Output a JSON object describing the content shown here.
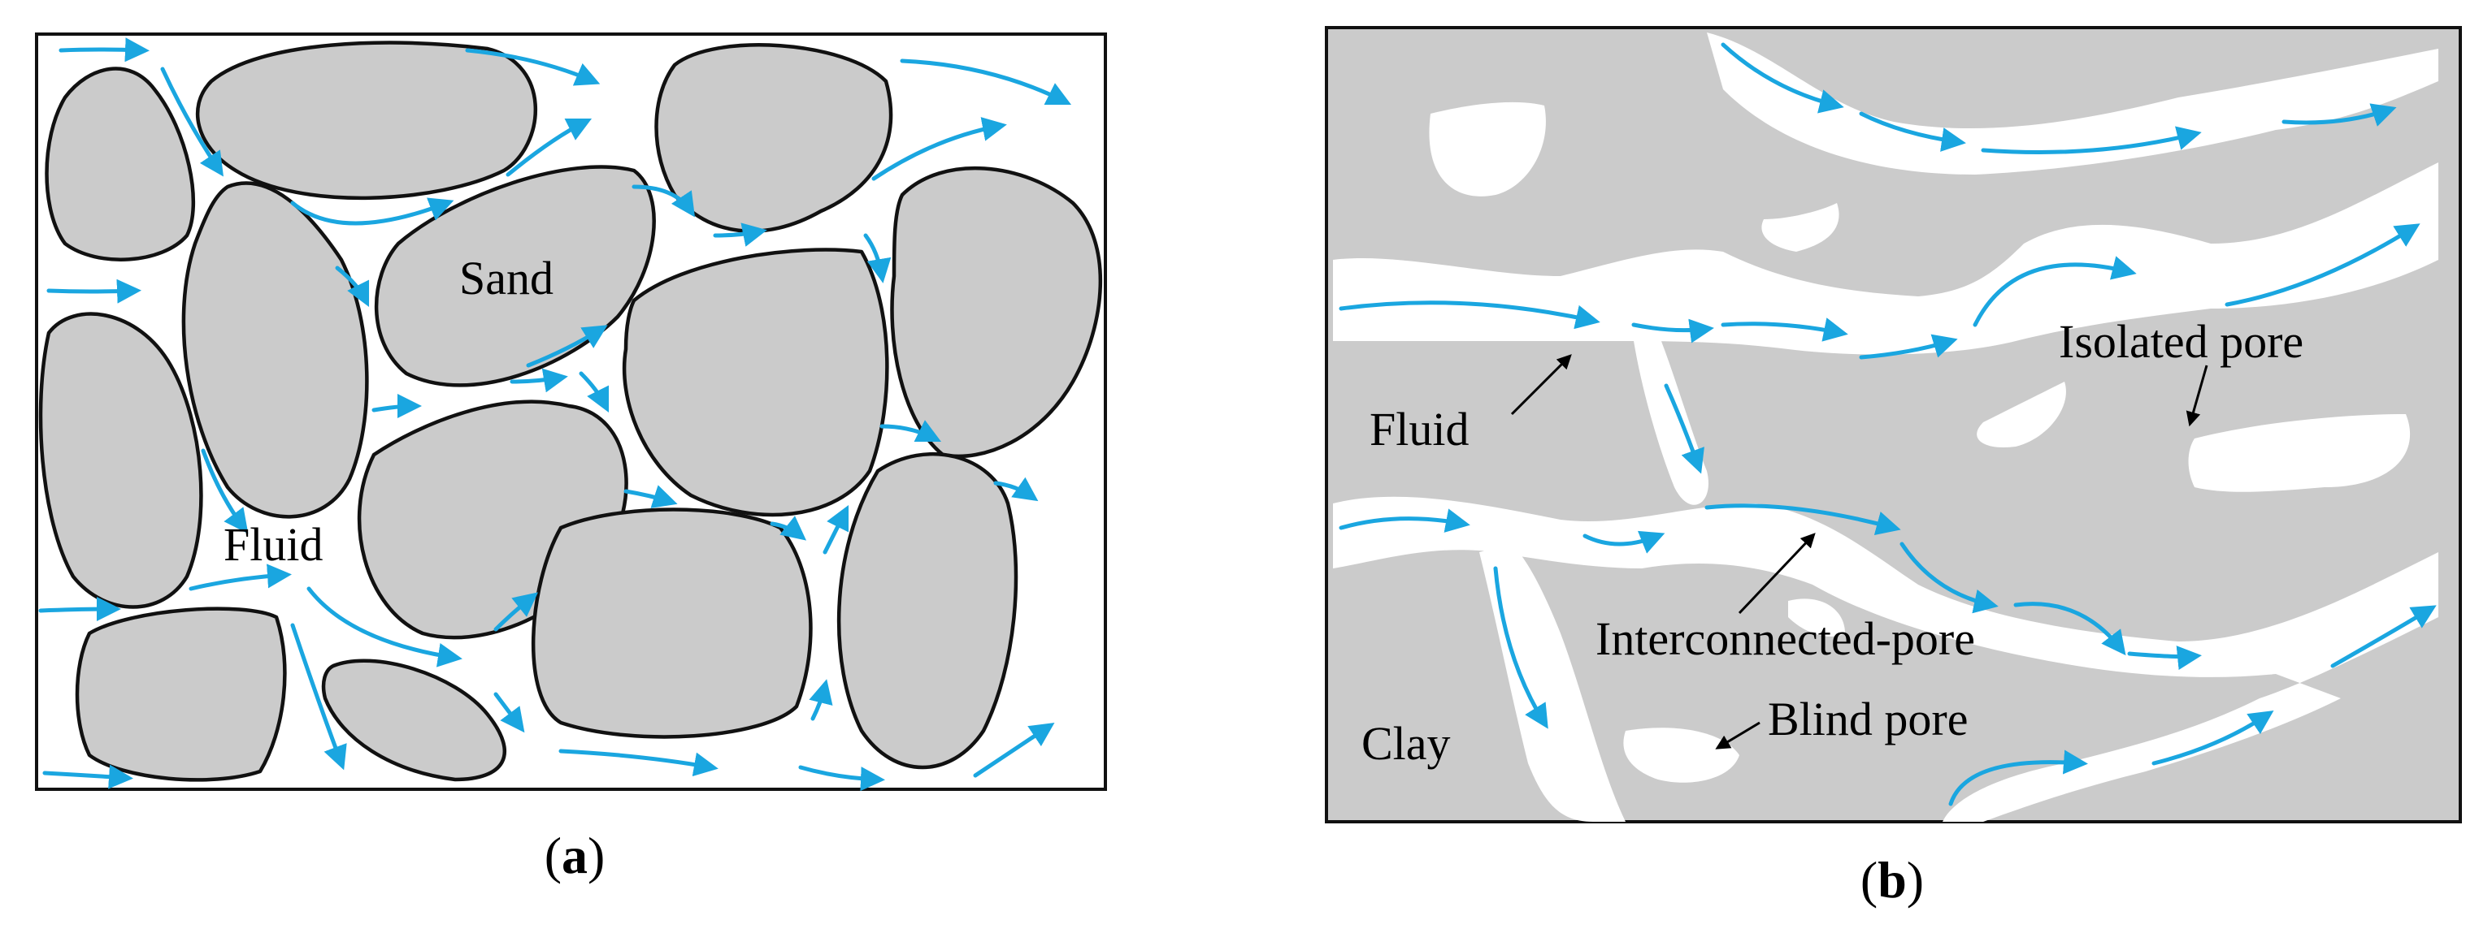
{
  "colors": {
    "fluid_arrow": "#1aa6e0",
    "grain_fill": "#cbcbcb",
    "clay_fill": "#cbcbcb",
    "outline": "#111111",
    "pore": "#ffffff"
  },
  "panel_a": {
    "caption_open": "(",
    "caption_letter": "a",
    "caption_close": ")",
    "labels": {
      "sand": "Sand",
      "fluid": "Fluid"
    }
  },
  "panel_b": {
    "caption_open": "(",
    "caption_letter": "b",
    "caption_close": ")",
    "labels": {
      "fluid": "Fluid",
      "isolated_pore": "Isolated pore",
      "interconnected_pore": "Interconnected-pore",
      "blind_pore": "Blind pore",
      "clay": "Clay"
    }
  }
}
